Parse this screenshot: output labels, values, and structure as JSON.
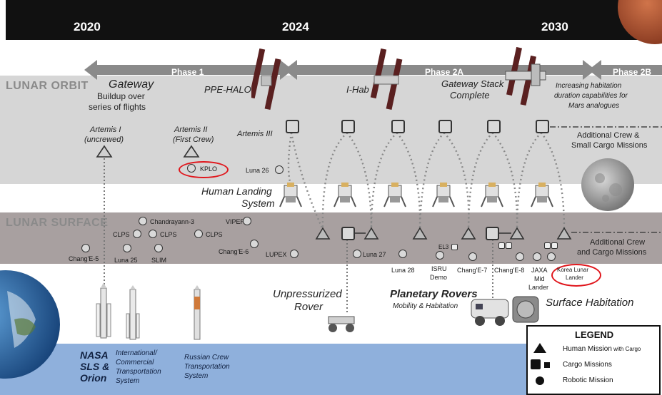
{
  "timeline": {
    "years": [
      "2020",
      "2024",
      "2030"
    ]
  },
  "phases": [
    "Phase 1",
    "Phase 2A",
    "Phase 2B"
  ],
  "bands": {
    "orbit": "LUNAR ORBIT",
    "surface": "LUNAR SURFACE"
  },
  "orbit_labels": {
    "gateway_title": "Gateway",
    "gateway_sub1": "Buildup over",
    "gateway_sub2": "series of flights",
    "ppe_halo": "PPE-HALO",
    "ihab": "I-Hab",
    "stack1": "Gateway Stack",
    "stack2": "Complete",
    "habit1": "Increasing habitation",
    "habit2": "duration capabilities for",
    "habit3": "Mars analogues",
    "artemis1a": "Artemis I",
    "artemis1b": "(uncrewed)",
    "artemis2a": "Artemis II",
    "artemis2b": "(First Crew)",
    "artemis3": "Artemis III",
    "kplo": "KPLO",
    "luna26": "Luna 26",
    "add_crew1": "Additional Crew &",
    "add_crew2": "Small Cargo Missions",
    "hls1": "Human Landing",
    "hls2": "System"
  },
  "surface_labels": {
    "chandrayaan": "Chandrayann-3",
    "viper": "VIPER",
    "clps1": "CLPS",
    "clps2": "CLPS",
    "clps3": "CLPS",
    "change5": "Chang'E-5",
    "luna25": "Luna 25",
    "slim": "SLIM",
    "change6": "Chang'E-6",
    "lupex": "LUPEX",
    "luna27": "Luna 27",
    "el3": "EL3",
    "luna28": "Luna 28",
    "isru1": "ISRU",
    "isru2": "Demo",
    "change7": "Chang'E-7",
    "change8": "Chang'E-8",
    "jaxa1": "JAXA",
    "jaxa2": "Mid",
    "jaxa3": "Lander",
    "korea1": "Korea Lunar",
    "korea2": "Lander",
    "add_cargo1": "Additional Crew",
    "add_cargo2": "and Cargo Missions"
  },
  "ground_labels": {
    "unpress1": "Unpressurized",
    "unpress2": "Rover",
    "rovers1": "Planetary Rovers",
    "rovers2": "Mobility & Habitation",
    "habitation": "Surface Habitation"
  },
  "vehicles": {
    "nasa1": "NASA",
    "nasa2": "SLS &",
    "nasa3": "Orion",
    "intl1": "International/",
    "intl2": "Commercial",
    "intl3": "Transportation",
    "intl4": "System",
    "rus1": "Russian Crew",
    "rus2": "Transportation",
    "rus3": "System"
  },
  "legend": {
    "title": "LEGEND",
    "human": "Human Mission",
    "human_suffix": " with Cargo",
    "cargo": "Cargo Missions",
    "robotic": "Robotic Mission"
  },
  "colors": {
    "highlight": "#e0161c",
    "orbit_band": "#d6d6d6",
    "surface_band": "#a8a0a0",
    "vehicle_band": "#8fb0dc"
  }
}
